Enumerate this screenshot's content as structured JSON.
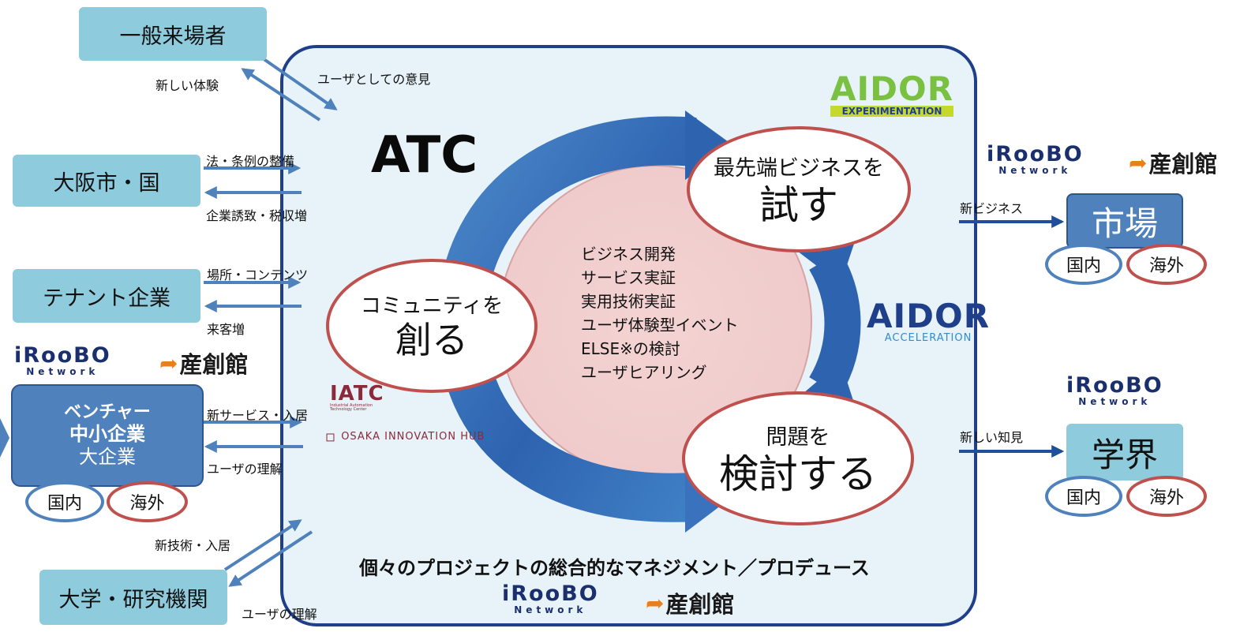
{
  "left_boxes": {
    "general_visitors": "一般来場者",
    "osaka_city": "大阪市・国",
    "tenant": "テナント企業",
    "venture_line1": "ベンチャー",
    "venture_line2": "中小企業",
    "venture_line3": "大企業",
    "university": "大学・研究機関"
  },
  "left_labels": {
    "new_experience": "新しい体験",
    "user_opinion": "ユーザとしての意見",
    "law": "法・条例の整備",
    "attraction": "企業誘致・税収増",
    "place_content": "場所・コンテンツ",
    "visitors_up": "来客増",
    "new_service": "新サービス・入居",
    "user_understanding_1": "ユーザの理解",
    "new_tech": "新技術・入居",
    "user_understanding_2": "ユーザの理解"
  },
  "pills": {
    "domestic": "国内",
    "overseas": "海外"
  },
  "center": {
    "atc": "ATC",
    "community_line1": "コミュニティを",
    "community_line2": "創る",
    "try_line1": "最先端ビジネスを",
    "try_line2": "試す",
    "examine_line1": "問題を",
    "examine_line2": "検討する",
    "activities": [
      "ビジネス開発",
      "サービス実証",
      "実用技術実証",
      "ユーザ体験型イベント",
      "ELSE※の検討",
      "ユーザヒアリング"
    ],
    "bottom_caption": "個々のプロジェクトの総合的なマネジメント／プロデュース"
  },
  "logos": {
    "aidor": "AIDOR",
    "aidor_experimentation": "EXPERIMENTATION",
    "aidor_acceleration": "ACCELERATION",
    "iatc": "IATC",
    "iatc_sub1": "Industrial Automation",
    "iatc_sub2": "Technology Center",
    "osaka_hub": "OSAKA INNOVATION HUB",
    "iroobo": "iRooBO",
    "network": "Network",
    "sansou": "産創館"
  },
  "right": {
    "new_business": "新ビジネス",
    "market": "市場",
    "new_knowledge": "新しい知見",
    "academia": "学界"
  },
  "colors": {
    "box_fill": "#8ecbdc",
    "venture_fill": "#4f81bd",
    "frame_border": "#1f3f8a",
    "ellipse_border": "#c0504d",
    "arrow_blue": "#2e6bb8",
    "aidor_green": "#7ac142",
    "aidor_navy": "#1f3f8a",
    "sansou_orange": "#e8811c"
  }
}
